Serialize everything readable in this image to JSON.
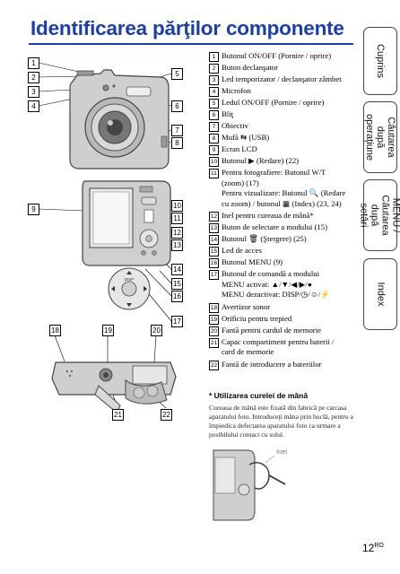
{
  "header": {
    "title": "Identificarea părţilor componente"
  },
  "tabs": [
    {
      "label": "Cuprins"
    },
    {
      "label": "Căutarea după operaţiune"
    },
    {
      "label": "MENU / Căutarea după setări"
    },
    {
      "label": "Index"
    }
  ],
  "callouts": [
    "1",
    "2",
    "3",
    "4",
    "5",
    "6",
    "7",
    "8",
    "9",
    "10",
    "11",
    "12",
    "13",
    "14",
    "15",
    "16",
    "17",
    "18",
    "19",
    "20",
    "21",
    "22"
  ],
  "figure": {
    "disp_label": "DISP",
    "strap_label": "Inel"
  },
  "parts": [
    {
      "num": "1",
      "lines": [
        "Butonul ON/OFF (Pornire / oprire)"
      ]
    },
    {
      "num": "2",
      "lines": [
        "Buton declanşator"
      ]
    },
    {
      "num": "3",
      "lines": [
        "Led temporizator / declanşator zâmbet"
      ]
    },
    {
      "num": "4",
      "lines": [
        "Microfon"
      ]
    },
    {
      "num": "5",
      "lines": [
        "Ledul ON/OFF (Pornire / oprire)"
      ]
    },
    {
      "num": "6",
      "lines": [
        "Bliţ"
      ]
    },
    {
      "num": "7",
      "lines": [
        "Obiectiv"
      ]
    },
    {
      "num": "8",
      "lines": [
        "Mufă ⇆ (USB)"
      ]
    },
    {
      "num": "9",
      "lines": [
        "Ecran LCD"
      ]
    },
    {
      "num": "10",
      "lines": [
        "Butonul ▶ (Redare) (22)"
      ]
    },
    {
      "num": "11",
      "lines": [
        "Pentru fotografiere: Butonul W/T",
        "(zoom) (17)",
        "Pentru vizualizare: Butonul 🔍 (Redare",
        "cu zoom) / butonul ▦ (Index) (23, 24)"
      ]
    },
    {
      "num": "12",
      "lines": [
        "Inel pentru cureaua de mână*"
      ]
    },
    {
      "num": "13",
      "lines": [
        "Buton de selectare a modului (15)"
      ]
    },
    {
      "num": "14",
      "lines": [
        "Butonul 🗑 (Ştergere) (25)"
      ]
    },
    {
      "num": "15",
      "lines": [
        "Led de acces"
      ]
    },
    {
      "num": "16",
      "lines": [
        "Butonul MENU (9)"
      ]
    },
    {
      "num": "17",
      "lines": [
        "Butonul de comandă a modului",
        "MENU activat: ▲/▼/◀/▶/●",
        "MENU dezactivat: DISP/◷/☺/⚡"
      ]
    },
    {
      "num": "18",
      "lines": [
        "Avertizor sonor"
      ]
    },
    {
      "num": "19",
      "lines": [
        "Orificiu pentru trepied"
      ]
    },
    {
      "num": "20",
      "lines": [
        "Fantă pentru cardul de memorie"
      ]
    },
    {
      "num": "21",
      "lines": [
        "Capac compartiment pentru baterii /",
        "card de memorie"
      ]
    },
    {
      "num": "22",
      "lines": [
        "Fantă de introducere a bateriilor"
      ]
    }
  ],
  "note": {
    "heading": "* Utilizarea curelei de mână",
    "body": "Cureaua de mână este fixată din fabrică pe carcasa aparatului foto. Introduceţi mâna prin buclă, pentru a împiedica defectarea aparatului foto ca urmare a posibilului contact cu solul."
  },
  "footer": {
    "page": "12",
    "lang": "RO"
  },
  "colors": {
    "title": "#1d3f9e",
    "camera_body": "#cfcfcf"
  }
}
